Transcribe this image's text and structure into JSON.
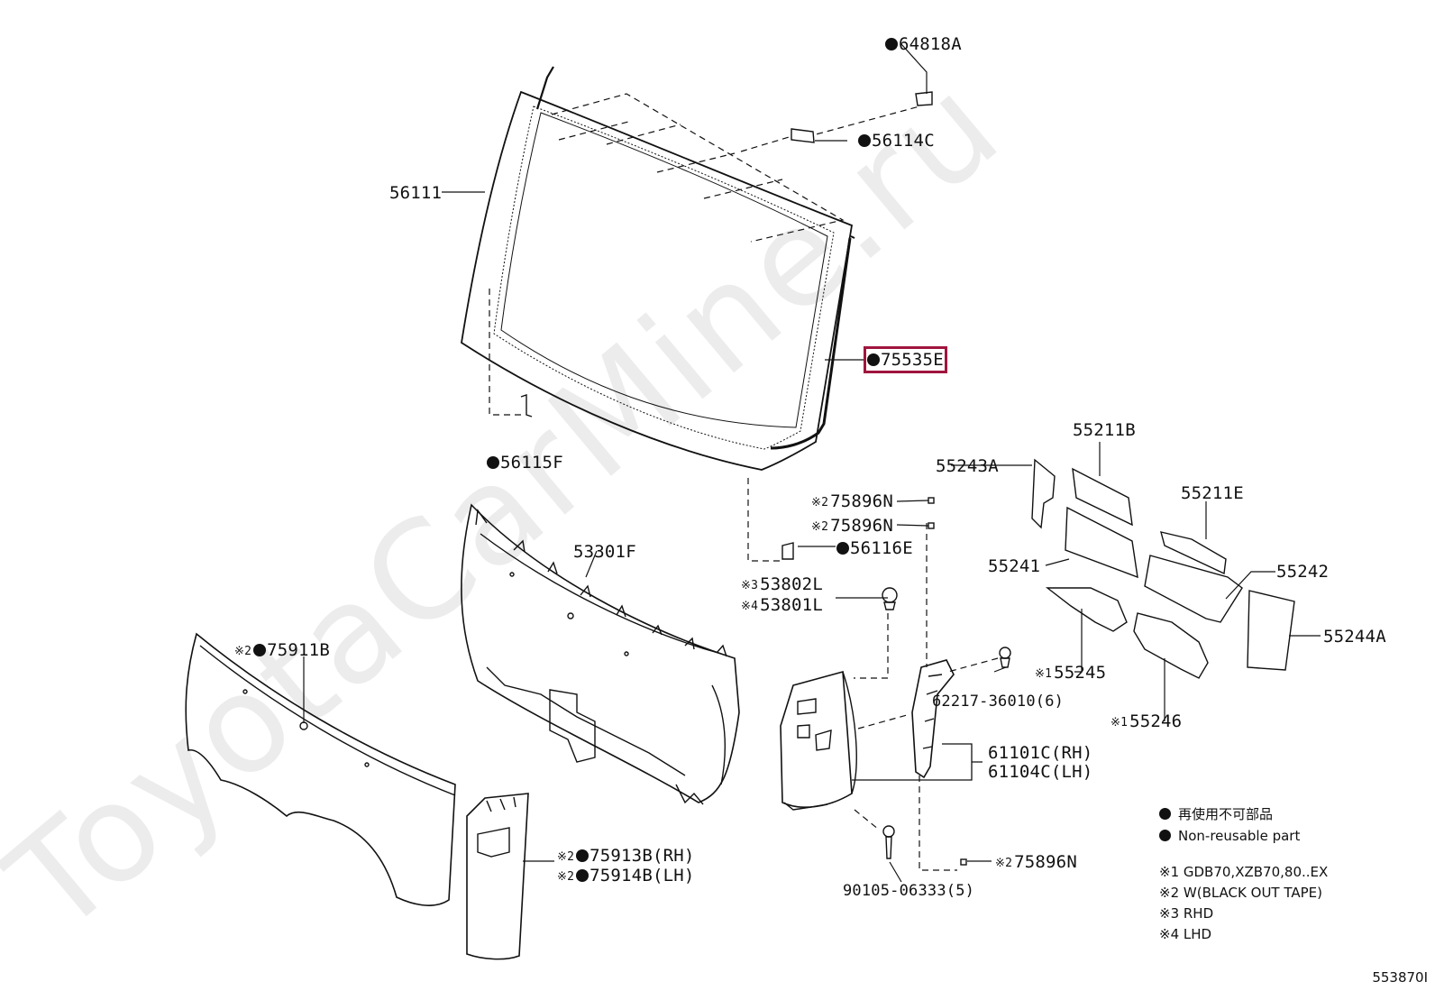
{
  "watermark": "ToyotaCarMine.ru",
  "diagram_code": "553870I",
  "accent_color": "#a0153e",
  "labels": {
    "p64818A": "64818A",
    "p56114C": "56114C",
    "p56111": "56111",
    "p75535E": "75535E",
    "p56115F": "56115F",
    "p55211B": "55211B",
    "p55243A": "55243A",
    "p55211E": "55211E",
    "p55241": "55241",
    "p55242": "55242",
    "p55244A": "55244A",
    "p55245": "55245",
    "p55246": "55246",
    "p75896N_a": "75896N",
    "p75896N_b": "75896N",
    "p75896N_c": "75896N",
    "p56116E": "56116E",
    "p53802L": "53802L",
    "p53801L": "53801L",
    "p53301F": "53301F",
    "p75911B": "75911B",
    "p62217": "62217-36010(6)",
    "p61101C": "61101C(RH)",
    "p61104C": "61104C(LH)",
    "p75913B": "75913B(RH)",
    "p75914B": "75914B(LH)",
    "p90105": "90105-06333(5)"
  },
  "refmarks": {
    "r1": "※1",
    "r2": "※2",
    "r3": "※3",
    "r4": "※4"
  },
  "legend": {
    "jp": "再使用不可部品",
    "en": "Non-reusable part",
    "n1": "※1 GDB70,XZB70,80..EX",
    "n2": "※2 W(BLACK OUT TAPE)",
    "n3": "※3 RHD",
    "n4": "※4 LHD"
  }
}
